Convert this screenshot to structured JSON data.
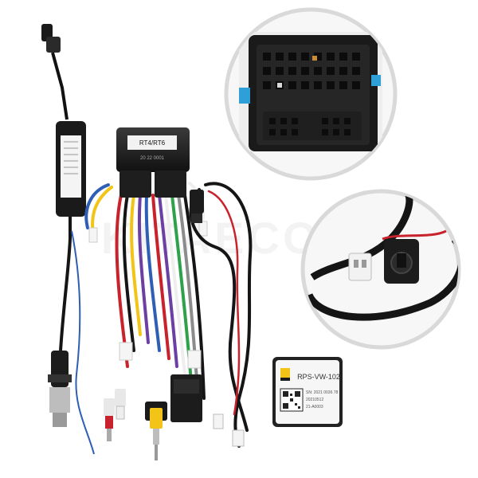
{
  "product": {
    "watermark": "KITAECOM",
    "connector_label": "RT4/RT6",
    "connector_sublabel": "20 22 0001",
    "decoder_label": "RPS-VW-102",
    "decoder_lines": [
      "SN: 2021 0036 78",
      "20210512",
      "21-A0003"
    ]
  },
  "colors": {
    "background": "#ffffff",
    "plastic_black": "#1c1c1c",
    "wire_red": "#c8232c",
    "wire_yellow": "#f2c417",
    "wire_purple": "#6c3fa4",
    "wire_blue": "#2f5fb5",
    "wire_green": "#2ea14a",
    "wire_white": "#eeeeee",
    "wire_grey": "#8c8c8c",
    "circle_border": "#d9d9d9"
  },
  "icons": [
    "antenna-plug-icon",
    "rca-plug-icon",
    "qr-code-icon",
    "logo-icon"
  ]
}
